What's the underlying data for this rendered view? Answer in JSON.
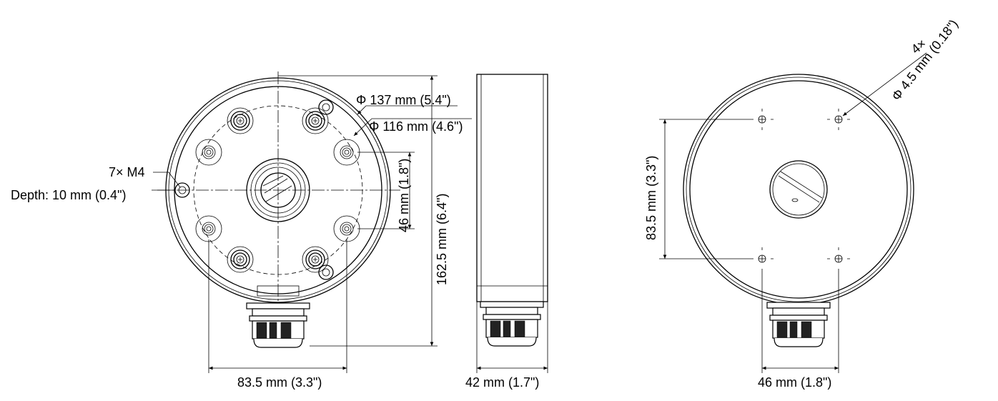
{
  "front_view": {
    "outer_diameter": "Φ 137 mm (5.4\")",
    "inner_diameter": "Φ 116 mm (4.6\")",
    "screws": "7× M4",
    "depth": "Depth: 10 mm (0.4\")",
    "height": "162.5 mm (6.4\")",
    "hole_spacing_vertical": "46 mm (1.8\")",
    "hole_spacing_horizontal": "83.5 mm (3.3\")"
  },
  "side_view": {
    "depth": "42 mm (1.7\")"
  },
  "back_view": {
    "hole_count": "4×",
    "hole_diameter": "Φ 4.5 mm (0.18\")",
    "hole_spacing_vertical": "83.5 mm (3.3\")",
    "hole_spacing_horizontal": "46 mm (1.8\")"
  }
}
